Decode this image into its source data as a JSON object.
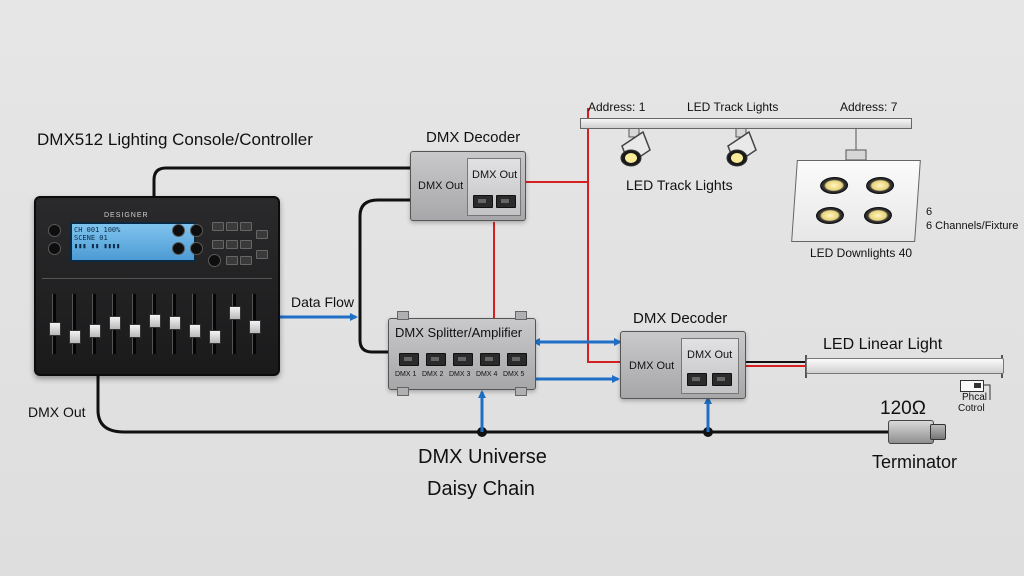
{
  "console": {
    "title": "DMX512 Lighting Console/Controller",
    "brand": "DESIGNER",
    "lcd_lines": [
      "CH 001  100%",
      "SCENE  01",
      "▮▮▮ ▮▮ ▮▮▮▮"
    ],
    "bottom_caption": "DMX Out"
  },
  "labels": {
    "data_flow": "Data Flow"
  },
  "decoder_top": {
    "title": "DMX Decoder",
    "side_label": "DMX Out",
    "panel_label": "DMX Out"
  },
  "splitter": {
    "title": "DMX Splitter/Amplifier",
    "ports": [
      "DMX 1",
      "DMX 2",
      "DMX 3",
      "DMX 4",
      "DMX 5"
    ]
  },
  "decoder_bottom": {
    "title": "DMX Decoder",
    "side_label": "DMX Out",
    "panel_label": "DMX Out"
  },
  "track": {
    "address_left": "Address: 1",
    "title": "LED Track Lights",
    "address_right": "Address: 7",
    "caption": "LED Track Lights"
  },
  "downlights": {
    "count_label": "6",
    "channels_label": "6 Channels/Fixture",
    "caption": "LED Downlights 40"
  },
  "linear": {
    "title": "LED Linear Light"
  },
  "pedal": {
    "line1": "Phcal",
    "line2": "Cotrol"
  },
  "terminator": {
    "resistance": "120Ω",
    "title": "Terminator"
  },
  "universe": {
    "line1": "DMX Universe",
    "line2": "Daisy Chain"
  },
  "colors": {
    "dmx_cable": "#111111",
    "data_arrow": "#1f6fc6",
    "power_line": "#d42020"
  }
}
